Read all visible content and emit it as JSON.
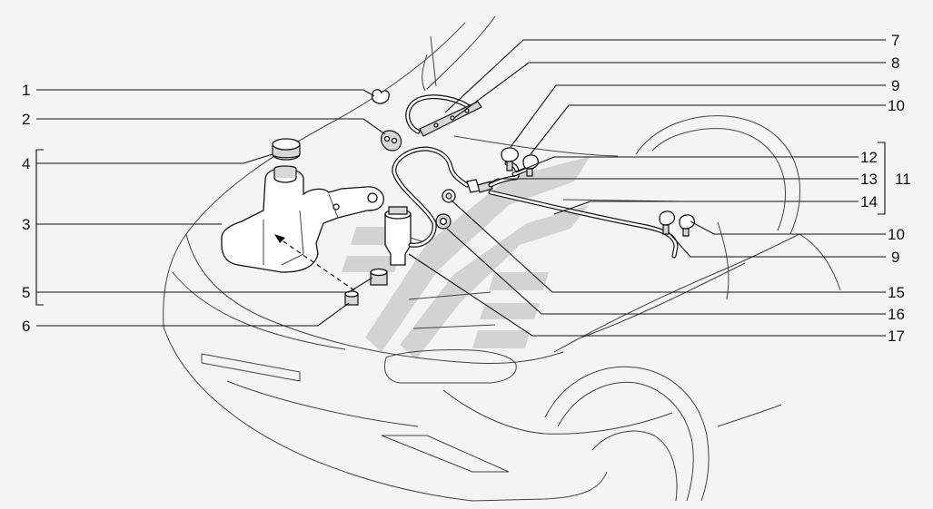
{
  "callouts": {
    "c1": "1",
    "c2": "2",
    "c3": "3",
    "c4": "4",
    "c5": "5",
    "c6": "6",
    "c7": "7",
    "c8": "8",
    "c9a": "9",
    "c10a": "10",
    "c11": "11",
    "c12": "12",
    "c13": "13",
    "c14": "14",
    "c10b": "10",
    "c9b": "9",
    "c15": "15",
    "c16": "16",
    "c17": "17"
  },
  "colors": {
    "line": "#111111",
    "background": "#f4f4f4",
    "watermark": "#c8c8c8"
  }
}
